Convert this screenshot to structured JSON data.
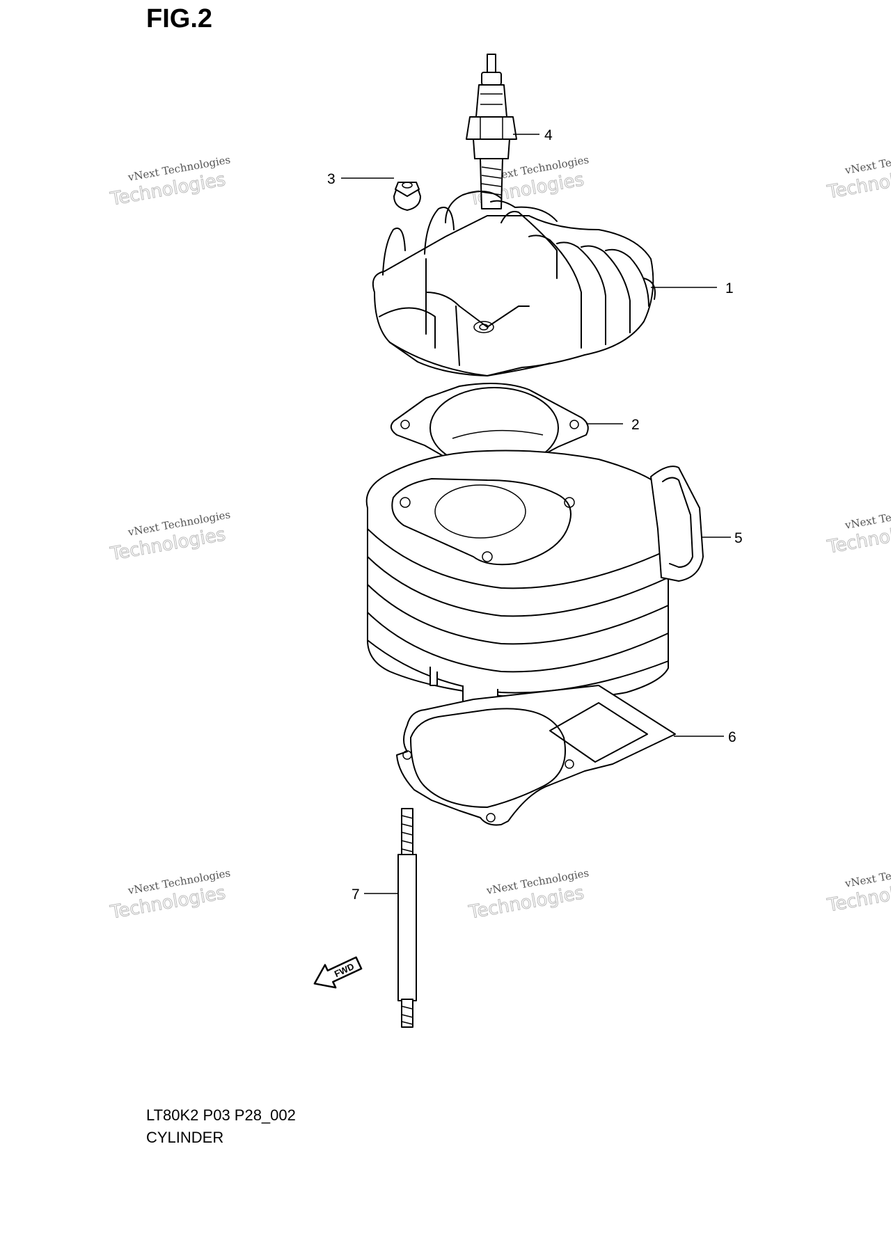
{
  "figure": {
    "title": "FIG.2"
  },
  "footer": {
    "code": "LT80K2 P03 P28_002",
    "caption": "CYLINDER"
  },
  "callouts": [
    "1",
    "2",
    "3",
    "4",
    "5",
    "6",
    "7"
  ],
  "watermark": {
    "line1": "vNext Technologies",
    "line2": "Technologies",
    "small": "vNext"
  },
  "fwd_label": "FWD"
}
